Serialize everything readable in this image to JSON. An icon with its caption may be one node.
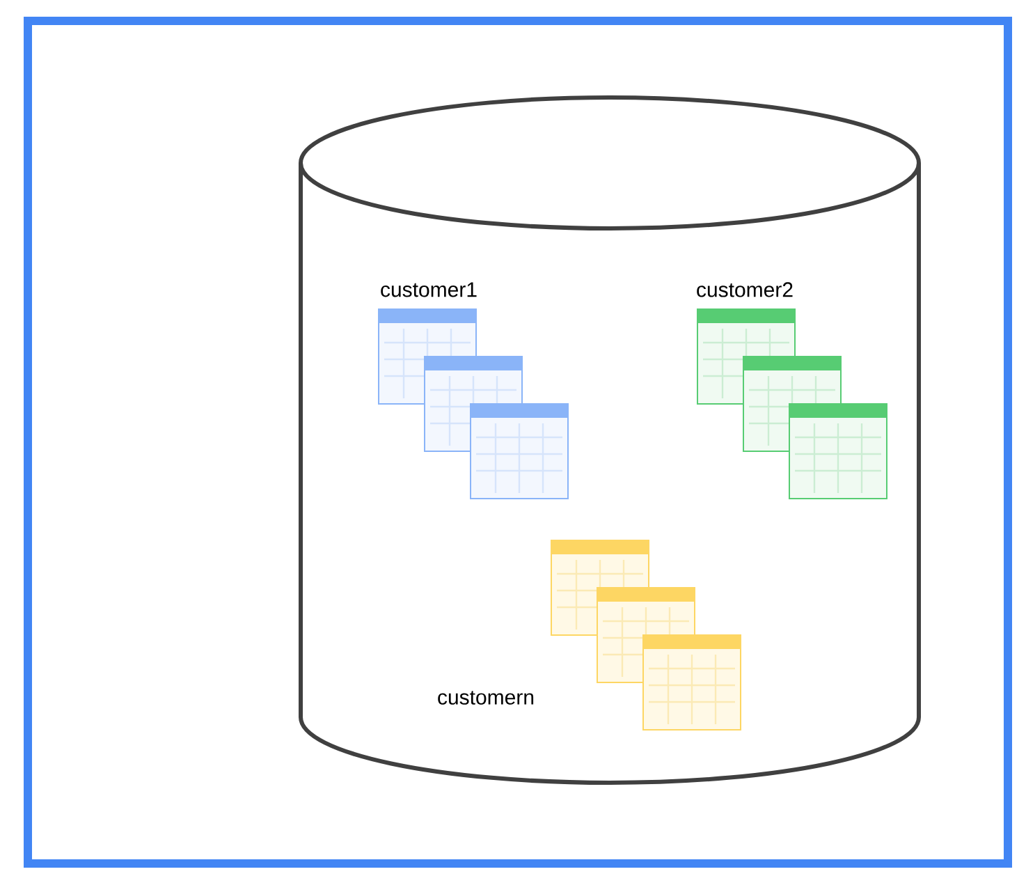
{
  "diagram": {
    "nodes": [
      {
        "text": [],
        "shape": "cylinder"
      },
      {
        "text": [
          "customer1"
        ],
        "in": 0
      },
      {
        "text": [
          "customer2"
        ],
        "in": 0
      },
      {
        "text": [
          "customern"
        ],
        "in": 0
      }
    ]
  }
}
